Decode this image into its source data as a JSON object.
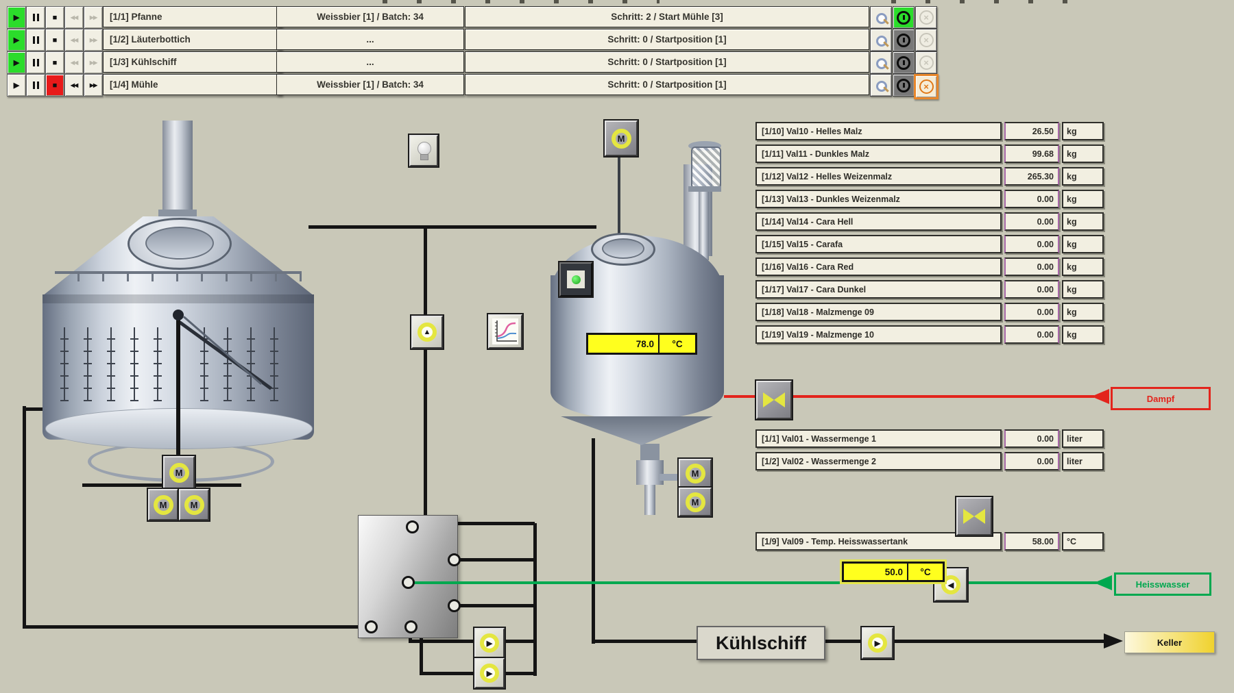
{
  "colors": {
    "background": "#c9c8b8",
    "panel_cream": "#f2efe1",
    "steam_red": "#e3241c",
    "hotwater_green": "#00a84f",
    "display_yellow": "#ffff1e",
    "pipe_black": "#141414",
    "run_green": "#2bdc2b",
    "stop_red": "#e81a1a",
    "alarm_orange": "#e8872a"
  },
  "icons": {
    "play": "▶",
    "stop": "■",
    "prev": "◀◀",
    "next": "▶▶",
    "motor": "M",
    "close": "×",
    "pump_up": "▲",
    "pump_right": "▶",
    "pump_left": "◀"
  },
  "toolbar": {
    "rows": [
      {
        "name": "[1/1] Pfanne",
        "recipe": "Weissbier [1]  /  Batch: 34",
        "step": "Schritt: 2  /  Start Mühle [3]"
      },
      {
        "name": "[1/2] Läuterbottich",
        "recipe": "...",
        "step": "Schritt: 0  /  Startposition [1]"
      },
      {
        "name": "[1/3] Kühlschiff",
        "recipe": "...",
        "step": "Schritt: 0  /  Startposition [1]"
      },
      {
        "name": "[1/4] Mühle",
        "recipe": "Weissbier [1]  /  Batch: 34",
        "step": "Schritt: 0  /  Startposition [1]"
      }
    ]
  },
  "malt_table": {
    "rows": [
      {
        "label": "[1/10] Val10 - Helles Malz",
        "value": "26.50",
        "unit": "kg"
      },
      {
        "label": "[1/11] Val11 - Dunkles Malz",
        "value": "99.68",
        "unit": "kg"
      },
      {
        "label": "[1/12] Val12 - Helles Weizenmalz",
        "value": "265.30",
        "unit": "kg"
      },
      {
        "label": "[1/13] Val13 - Dunkles Weizenmalz",
        "value": "0.00",
        "unit": "kg"
      },
      {
        "label": "[1/14] Val14 - Cara Hell",
        "value": "0.00",
        "unit": "kg"
      },
      {
        "label": "[1/15] Val15 - Carafa",
        "value": "0.00",
        "unit": "kg"
      },
      {
        "label": "[1/16] Val16 - Cara Red",
        "value": "0.00",
        "unit": "kg"
      },
      {
        "label": "[1/17] Val17 - Cara Dunkel",
        "value": "0.00",
        "unit": "kg"
      },
      {
        "label": "[1/18] Val18 - Malzmenge 09",
        "value": "0.00",
        "unit": "kg"
      },
      {
        "label": "[1/19] Val19  - Malzmenge 10",
        "value": "0.00",
        "unit": "kg"
      }
    ]
  },
  "water_table": {
    "rows": [
      {
        "label": "[1/1] Val01 - Wassermenge 1",
        "value": "0.00",
        "unit": "liter"
      },
      {
        "label": "[1/2] Val02 - Wassermenge 2",
        "value": "0.00",
        "unit": "liter"
      }
    ]
  },
  "temp_row": {
    "label": "[1/9] Val09 - Temp. Heisswassertank",
    "value": "58.00",
    "unit": "°C"
  },
  "displays": {
    "mash_temp": {
      "value": "78.0",
      "unit": "°C"
    },
    "hotwater_temp": {
      "value": "50.0",
      "unit": "°C"
    }
  },
  "flow_labels": {
    "dampf": "Dampf",
    "heisswasser": "Heisswasser",
    "keller": "Keller",
    "kuehlschiff": "Kühlschiff"
  }
}
